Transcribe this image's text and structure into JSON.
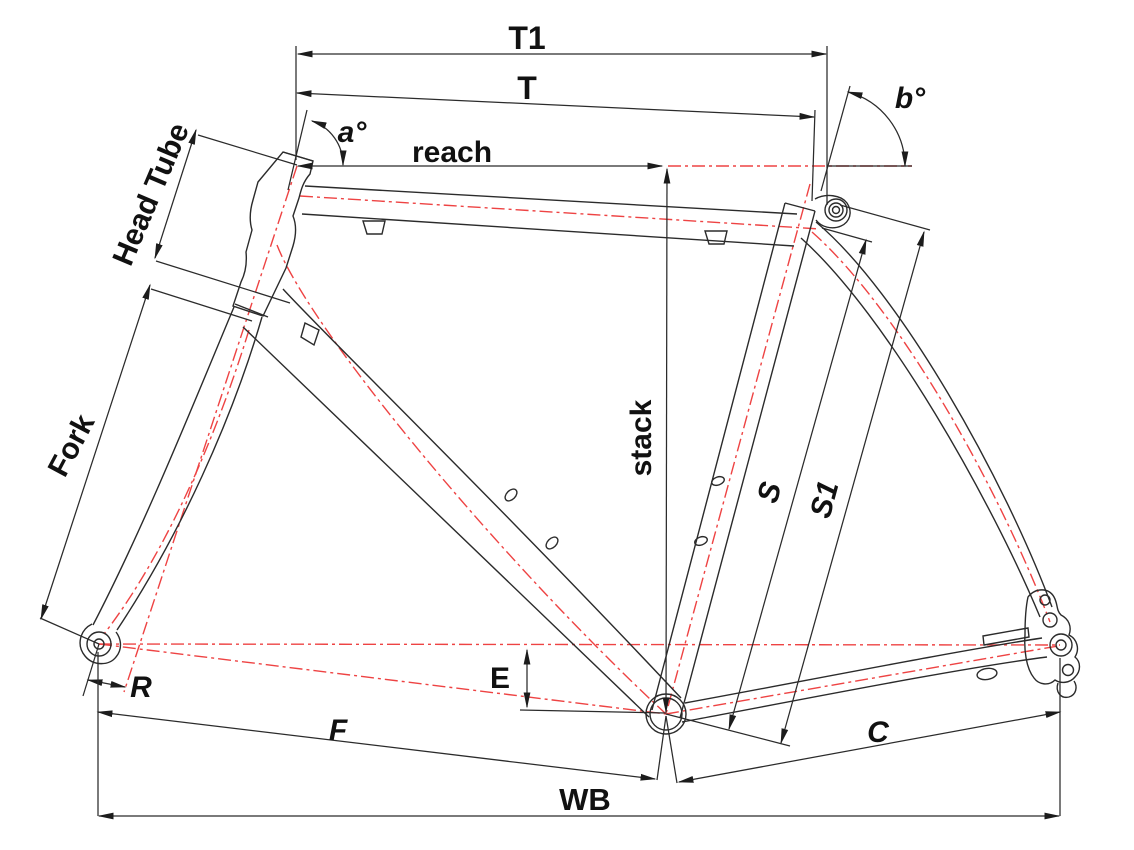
{
  "diagram": {
    "title": "bicycle-frame-geometry-diagram",
    "labels": {
      "t1": "T1",
      "t": "T",
      "reach": "reach",
      "stack": "stack",
      "angle_a": "a°",
      "angle_b": "b°",
      "head_tube": "Head Tube",
      "fork": "Fork",
      "s": "S",
      "s1": "S1",
      "r": "R",
      "e": "E",
      "f": "F",
      "c": "C",
      "wb": "WB"
    },
    "colors": {
      "line": "#2b2b2b",
      "centerline": "#ee4343",
      "label": "#111111",
      "background": "#ffffff"
    }
  }
}
